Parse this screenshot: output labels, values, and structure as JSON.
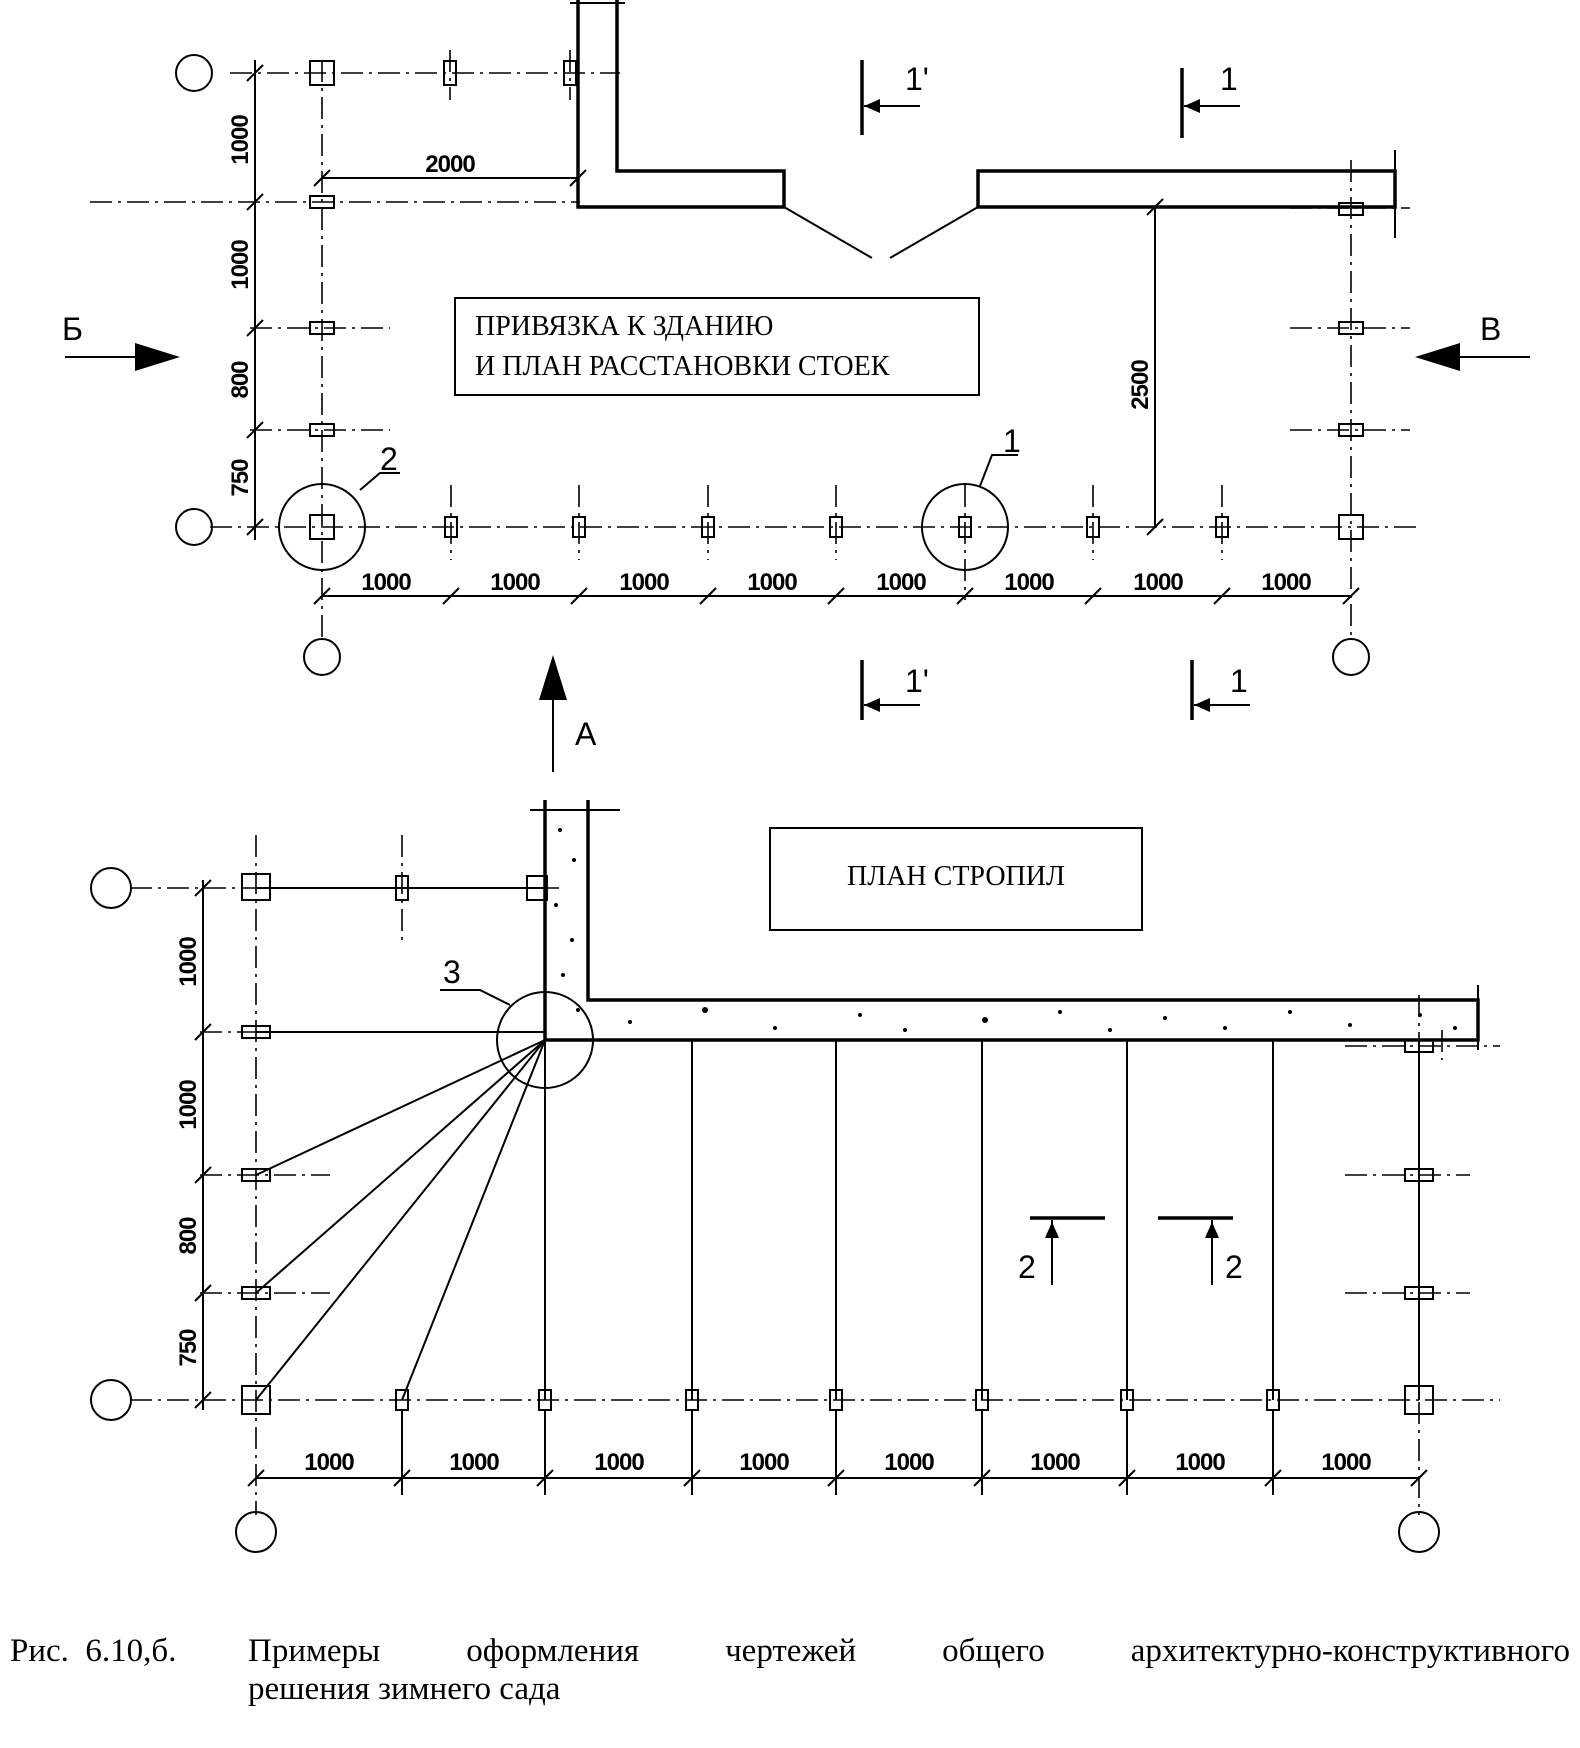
{
  "plan_top": {
    "title_line1": "ПРИВЯЗКА  К ЗДАНИЮ",
    "title_line2": "И ПЛАН РАССТАНОВКИ СТОЕК",
    "dims_bottom": [
      "1000",
      "1000",
      "1000",
      "1000",
      "1000",
      "1000",
      "1000",
      "1000"
    ],
    "dims_left": [
      "1000",
      "1000",
      "800",
      "750"
    ],
    "dim_2000": "2000",
    "dim_2500": "2500",
    "callout_1": "1",
    "callout_2": "2",
    "section_1prime": "1'",
    "section_1": "1",
    "view_b": "Б",
    "view_v": "В",
    "view_a": "А"
  },
  "plan_bottom": {
    "title": "ПЛАН СТРОПИЛ",
    "dims_bottom": [
      "1000",
      "1000",
      "1000",
      "1000",
      "1000",
      "1000",
      "1000",
      "1000"
    ],
    "dims_left": [
      "1000",
      "1000",
      "800",
      "750"
    ],
    "callout_3": "3",
    "section_2": "2"
  },
  "caption": {
    "number": "Рис.  6.10,б. ",
    "line1": "Примеры оформления чертежей общего архитектурно-конструктивного",
    "line2": "решения зимнего сада"
  }
}
